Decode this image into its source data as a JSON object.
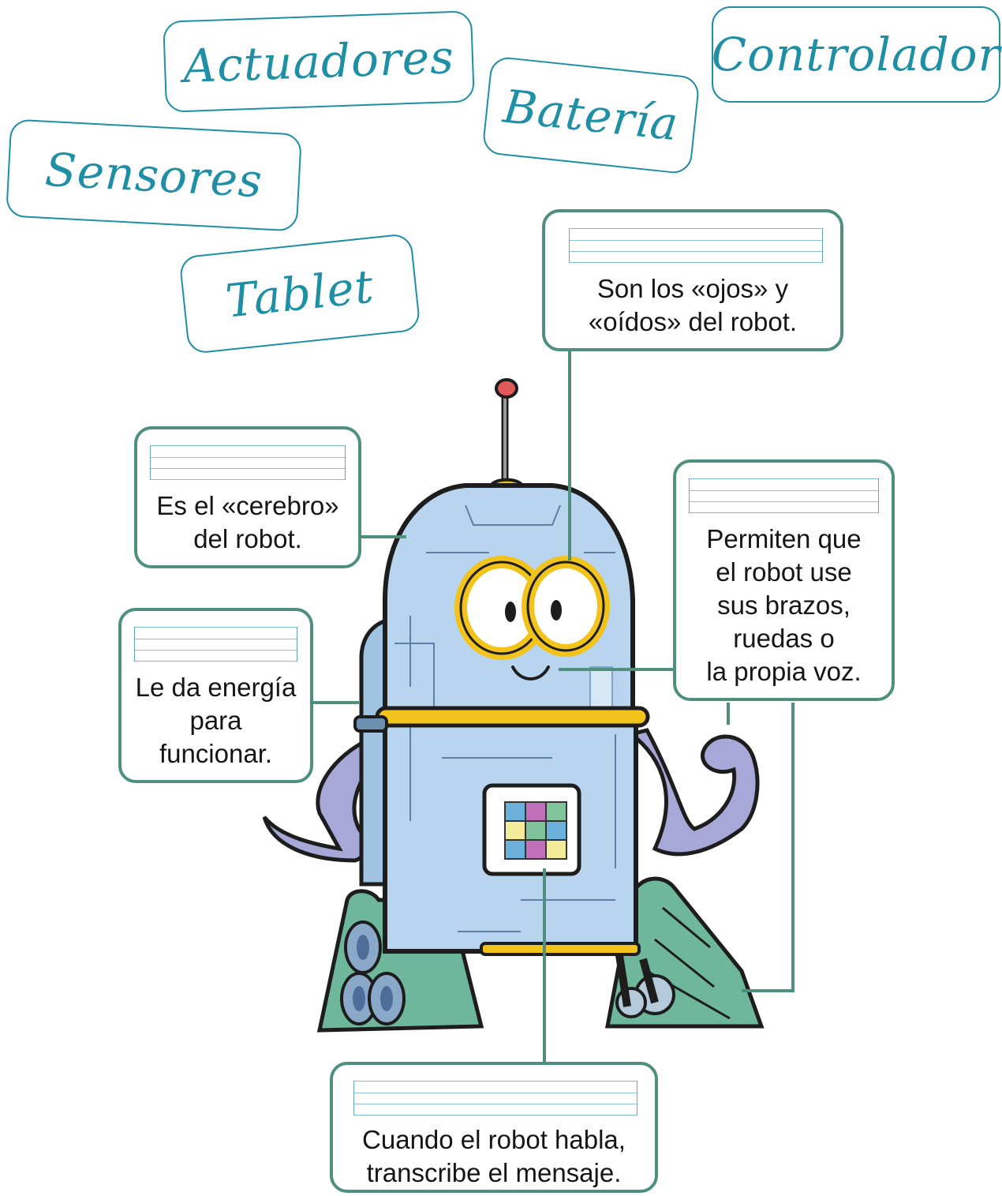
{
  "word_cards": {
    "actuadores": "Actuadores",
    "controlador": "Controlador",
    "bateria": "Batería",
    "sensores": "Sensores",
    "tablet": "Tablet"
  },
  "descriptions": {
    "sensores": [
      "Son los «ojos» y",
      "«oídos» del robot."
    ],
    "controlador": [
      "Es el «cerebro»",
      "del robot."
    ],
    "actuadores": [
      "Permiten que",
      "el robot use",
      "sus brazos,",
      "ruedas o",
      "la propia voz."
    ],
    "bateria": [
      "Le da energía",
      "para",
      "funcionar."
    ],
    "tablet": [
      "Cuando el robot habla,",
      "transcribe el mensaje."
    ]
  },
  "colors": {
    "card_border": "#1f8fa5",
    "box_border": "#4f8f7e",
    "robot_body": "#b9d4ee",
    "robot_outline": "#1d1d1d",
    "band": "#f2c31a",
    "tracks": "#6fb79c",
    "arms": "#a7a8d8"
  },
  "icons": {
    "robot": "robot-illustration",
    "antenna": "antenna-icon",
    "screen": "chest-screen-icon"
  }
}
